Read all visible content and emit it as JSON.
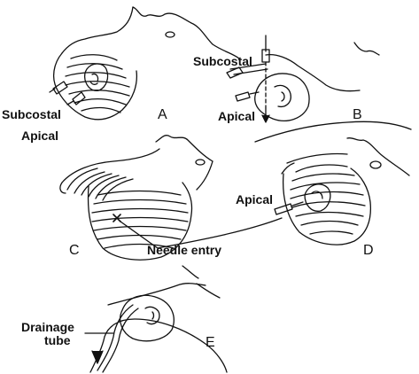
{
  "labels": {
    "subcostal_a": "Subcostal",
    "apical_a": "Apical",
    "subcostal_b": "Subcostal",
    "apical_b": "Apical",
    "apical_d": "Apical",
    "needle_entry": "Needle entry",
    "drainage_line1": "Drainage",
    "drainage_line2": "tube"
  },
  "panels": {
    "a": "A",
    "b": "B",
    "c": "C",
    "d": "D",
    "e": "E"
  },
  "colors": {
    "ink": "#111111",
    "background": "#ffffff"
  }
}
